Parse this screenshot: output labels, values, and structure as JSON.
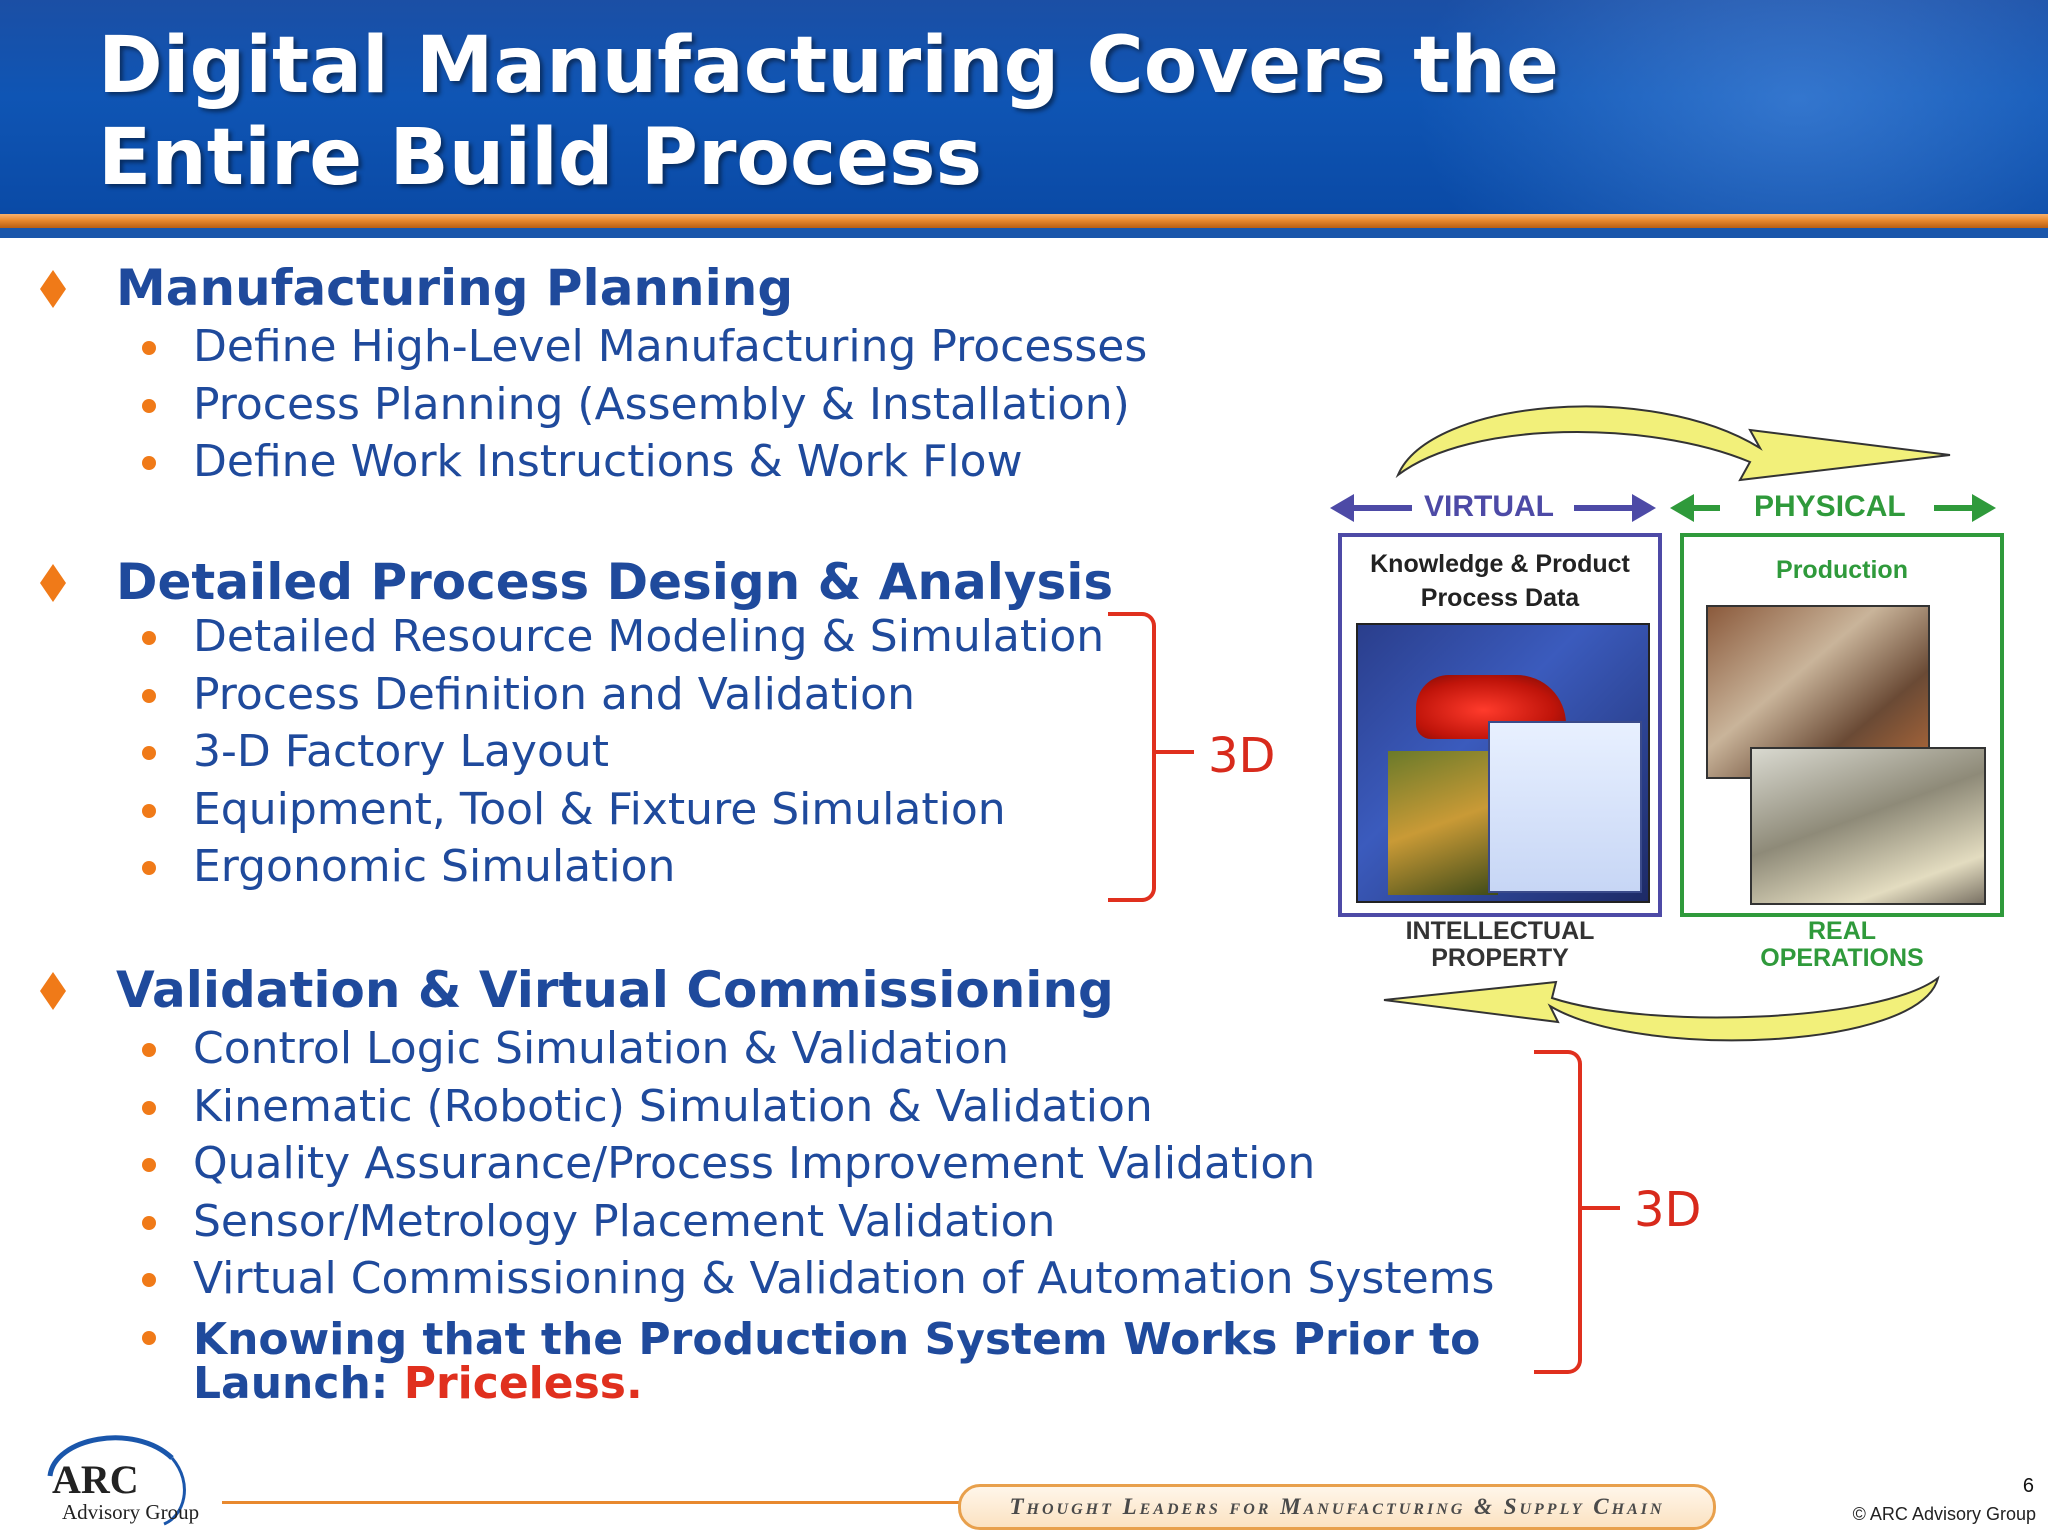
{
  "header": {
    "title_line1": "Digital Manufacturing Covers the",
    "title_line2": "Entire Build Process"
  },
  "sections": [
    {
      "title": "Manufacturing Planning",
      "items": [
        "Define High-Level Manufacturing Processes",
        "Process Planning (Assembly & Installation)",
        "Define Work Instructions & Work Flow"
      ]
    },
    {
      "title": "Detailed Process Design & Analysis",
      "items": [
        "Detailed Resource Modeling & Simulation",
        "Process Definition and Validation",
        "3-D Factory Layout",
        "Equipment, Tool & Fixture Simulation",
        "Ergonomic Simulation"
      ],
      "bracket_label": "3D"
    },
    {
      "title": "Validation & Virtual Commissioning",
      "items": [
        "Control Logic Simulation & Validation",
        "Kinematic (Robotic) Simulation & Validation",
        "Quality Assurance/Process Improvement Validation",
        "Sensor/Metrology Placement Validation",
        "Virtual Commissioning & Validation of Automation Systems"
      ],
      "emphasis_item": {
        "line1": "Knowing that the Production System Works Prior to",
        "line2_prefix": "Launch: ",
        "line2_highlight": "Priceless."
      },
      "bracket_label": "3D"
    }
  ],
  "diagram": {
    "virtual_label": "VIRTUAL",
    "physical_label": "PHYSICAL",
    "virtual_box_title_line1": "Knowledge & Product",
    "virtual_box_title_line2": "Process Data",
    "physical_box_title": "Production",
    "virtual_caption_line1": "INTELLECTUAL",
    "virtual_caption_line2": "PROPERTY",
    "physical_caption_line1": "REAL",
    "physical_caption_line2": "OPERATIONS",
    "colors": {
      "virtual": "#4d4aa6",
      "physical": "#2f9a3b",
      "cycle_arrow": "#f2f07a"
    }
  },
  "footer": {
    "logo_text": "ARC",
    "logo_sub": "Advisory Group",
    "tagline": "Thought Leaders for Manufacturing & Supply Chain",
    "page_number": "6",
    "copyright": "© ARC Advisory Group"
  },
  "colors": {
    "header_blue": "#0f55b4",
    "accent_orange": "#f07a18",
    "text_blue": "#1f4a9c",
    "bracket_red": "#e0301e"
  }
}
